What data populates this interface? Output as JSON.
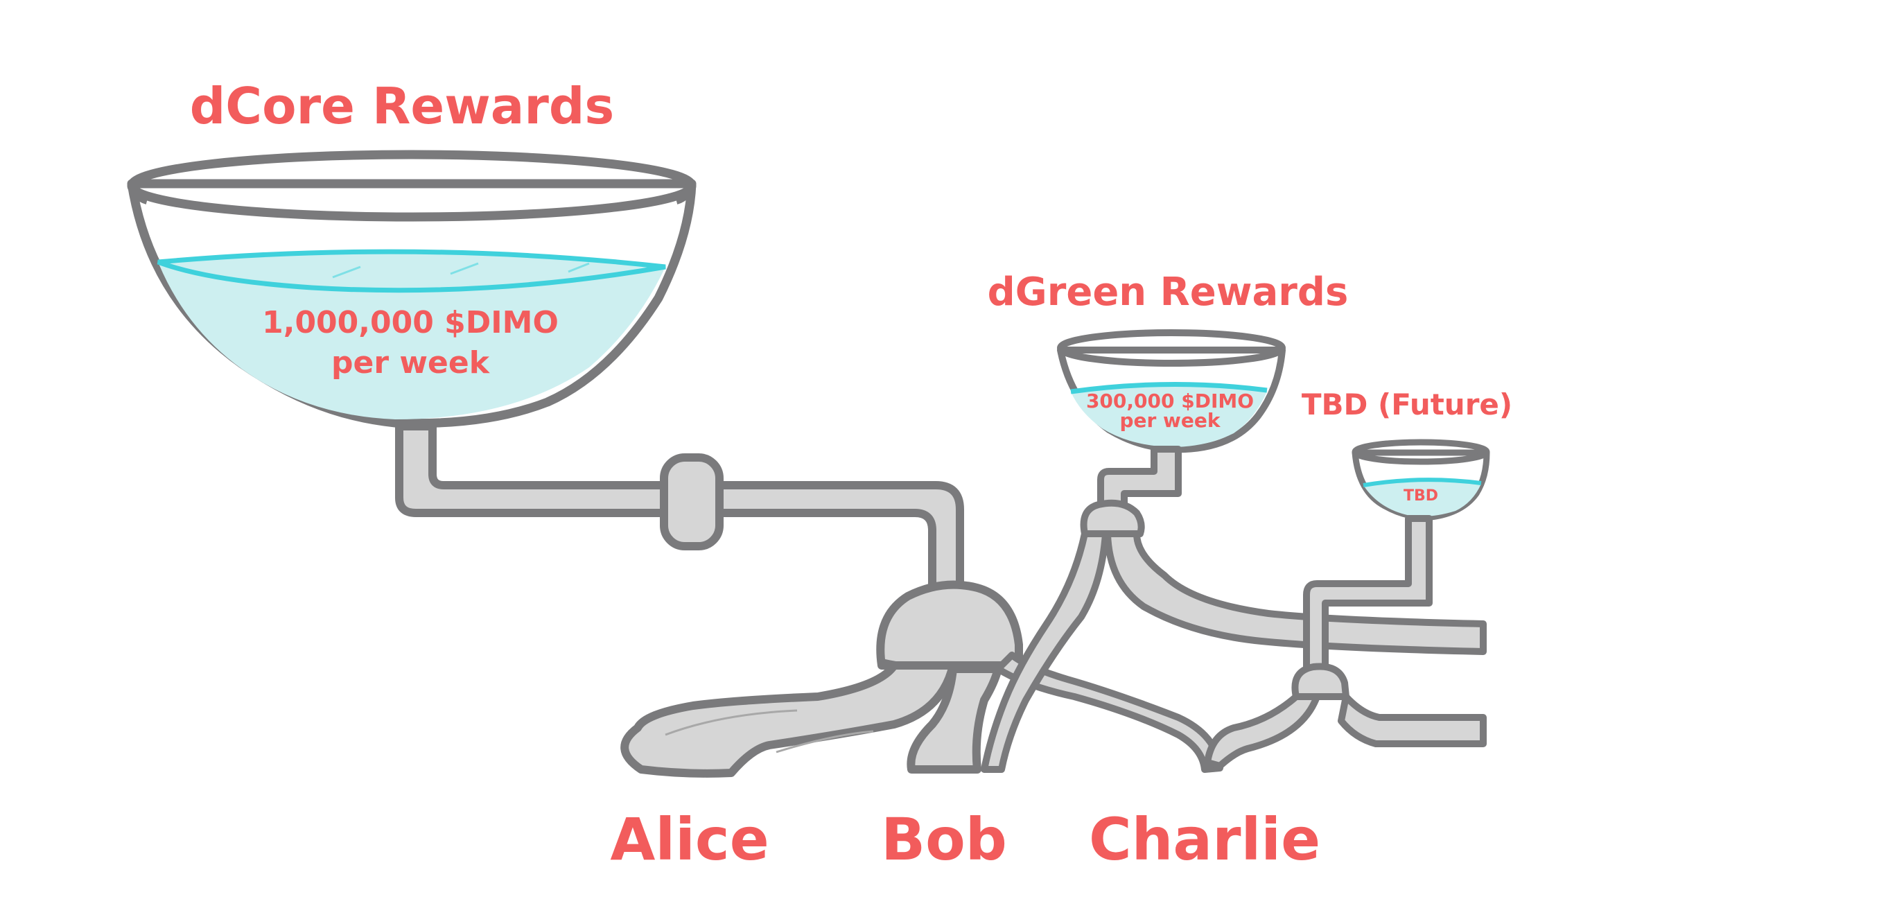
{
  "colors": {
    "label": "#f25c5c",
    "stroke": "#7a7a7c",
    "pipe_fill": "#d6d6d6",
    "water_fill": "#cdeff0",
    "water_line": "#3fd1dc",
    "background": "#ffffff"
  },
  "bowls": {
    "dcore": {
      "title": "dCore Rewards",
      "amount_line1": "1,000,000 $DIMO",
      "amount_line2": "per week"
    },
    "dgreen": {
      "title": "dGreen Rewards",
      "amount_line1": "300,000 $DIMO",
      "amount_line2": "per week"
    },
    "future": {
      "title": "TBD (Future)",
      "amount": "TBD"
    }
  },
  "recipients": {
    "alice": "Alice",
    "bob": "Bob",
    "charlie": "Charlie"
  }
}
